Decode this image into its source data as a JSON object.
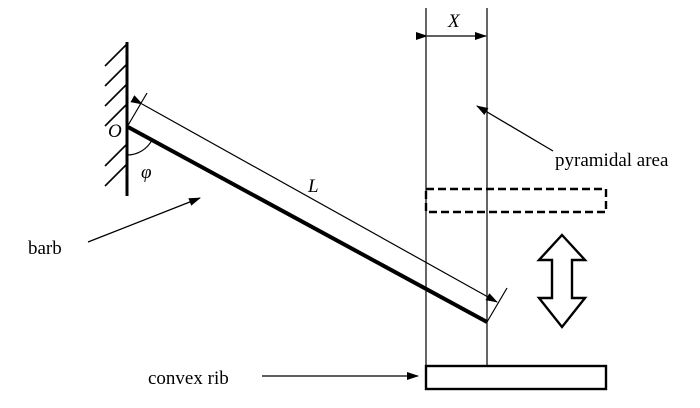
{
  "labels": {
    "pivot": "O",
    "angle": "φ",
    "length": "L",
    "gap": "X",
    "pyramidal_area": "pyramidal area",
    "barb": "barb",
    "convex_rib": "convex rib"
  },
  "colors": {
    "ink": "#000000",
    "background": "#ffffff"
  }
}
